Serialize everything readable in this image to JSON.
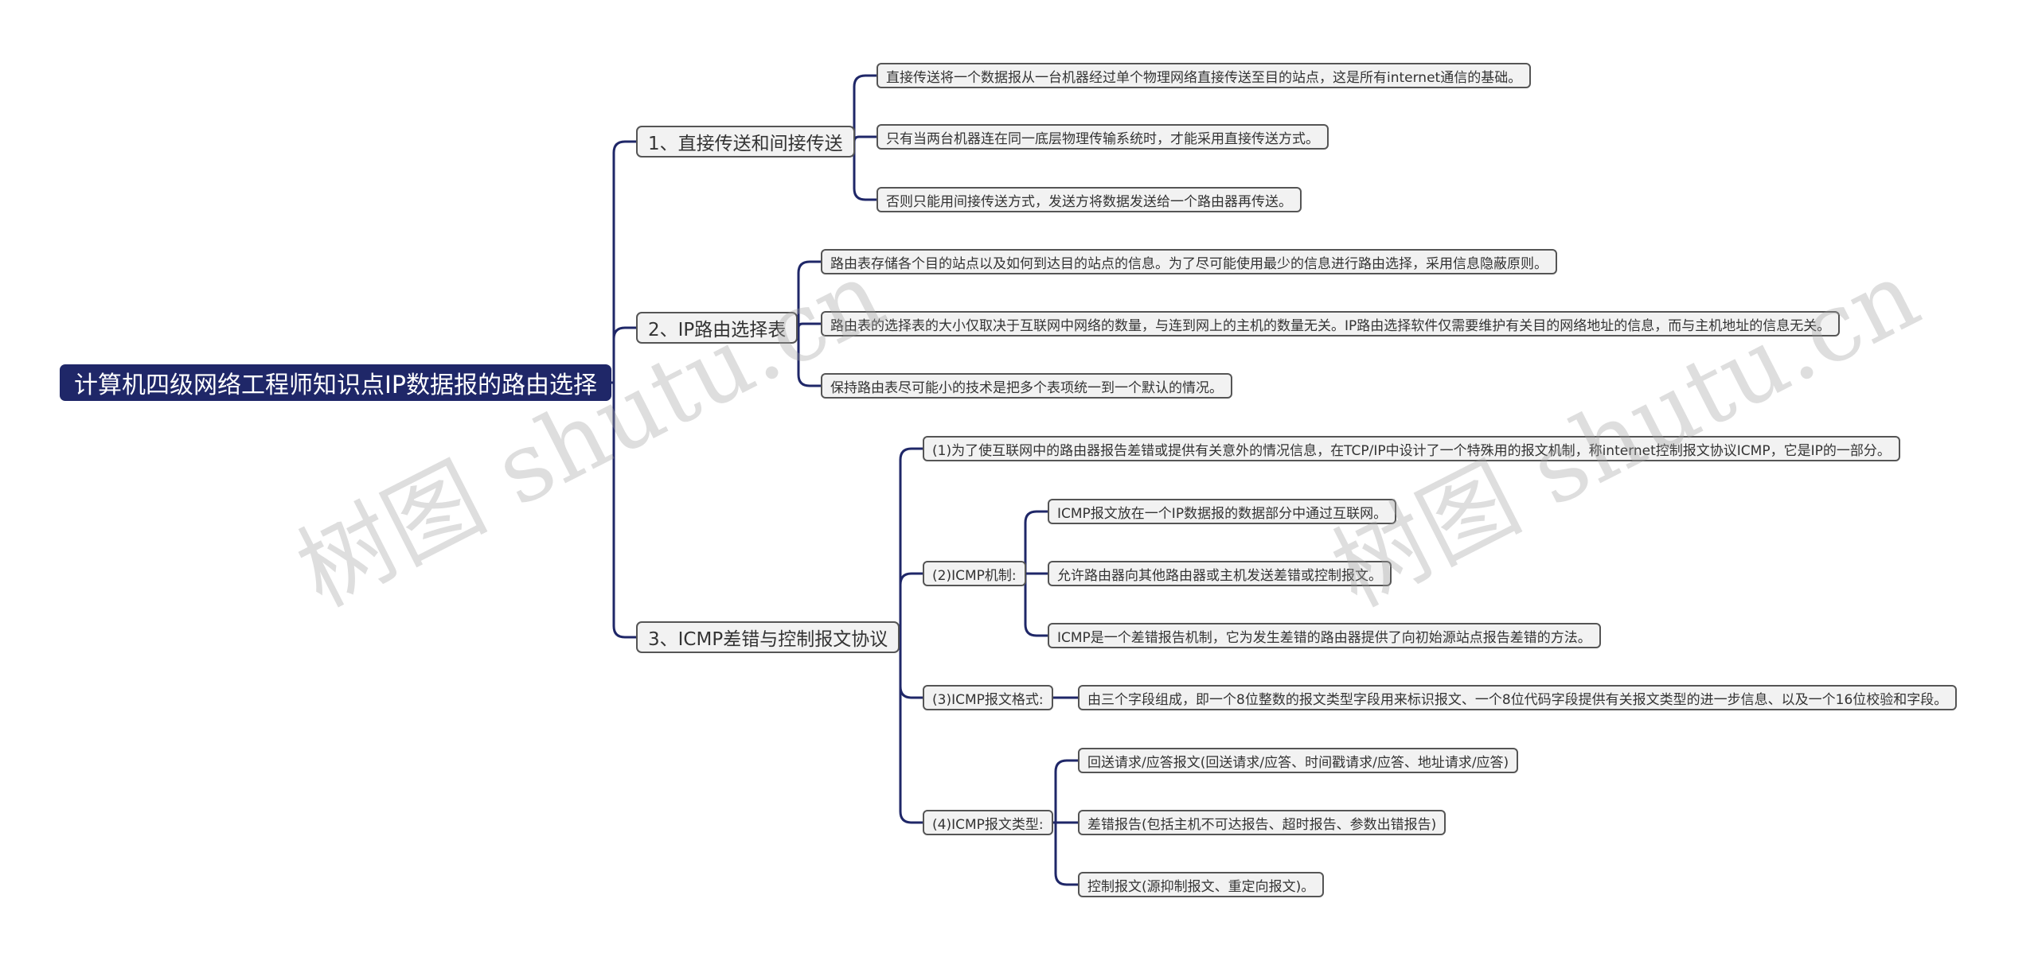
{
  "root": {
    "label": "计算机四级网络工程师知识点IP数据报的路由选择"
  },
  "branches": [
    {
      "label": "1、直接传送和间接传送",
      "children": [
        "直接传送将一个数据报从一台机器经过单个物理网络直接传送至目的站点，这是所有internet通信的基础。",
        "只有当两台机器连在同一底层物理传输系统时，才能采用直接传送方式。",
        "否则只能用间接传送方式，发送方将数据发送给一个路由器再传送。"
      ]
    },
    {
      "label": "2、IP路由选择表",
      "children": [
        "路由表存储各个目的站点以及如何到达目的站点的信息。为了尽可能使用最少的信息进行路由选择，采用信息隐蔽原则。",
        "路由表的选择表的大小仅取决于互联网中网络的数量，与连到网上的主机的数量无关。IP路由选择软件仅需要维护有关目的网络地址的信息，而与主机地址的信息无关。",
        "保持路由表尽可能小的技术是把多个表项统一到一个默认的情况。"
      ]
    },
    {
      "label": "3、ICMP差错与控制报文协议",
      "children": [
        {
          "label": "(1)为了使互联网中的路由器报告差错或提供有关意外的情况信息，在TCP/IP中设计了一个特殊用的报文机制，称internet控制报文协议ICMP，它是IP的一部分。"
        },
        {
          "label": "(2)ICMP机制:",
          "children": [
            "ICMP报文放在一个IP数据报的数据部分中通过互联网。",
            "允许路由器向其他路由器或主机发送差错或控制报文。",
            "ICMP是一个差错报告机制，它为发生差错的路由器提供了向初始源站点报告差错的方法。"
          ]
        },
        {
          "label": "(3)ICMP报文格式:",
          "children": [
            "由三个字段组成，即一个8位整数的报文类型字段用来标识报文、一个8位代码字段提供有关报文类型的进一步信息、以及一个16位校验和字段。"
          ]
        },
        {
          "label": "(4)ICMP报文类型:",
          "children": [
            "回送请求/应答报文(回送请求/应答、时间戳请求/应答、地址请求/应答)",
            "差错报告(包括主机不可达报告、超时报告、参数出错报告)",
            "控制报文(源抑制报文、重定向报文)。"
          ]
        }
      ]
    }
  ],
  "watermarks": [
    "树图 shutu.cn",
    "树图 shutu.cn"
  ],
  "colors": {
    "root_bg": "#1f2768",
    "line": "#1f2768",
    "node_bg": "#f2f2f2",
    "node_border": "#555555"
  }
}
